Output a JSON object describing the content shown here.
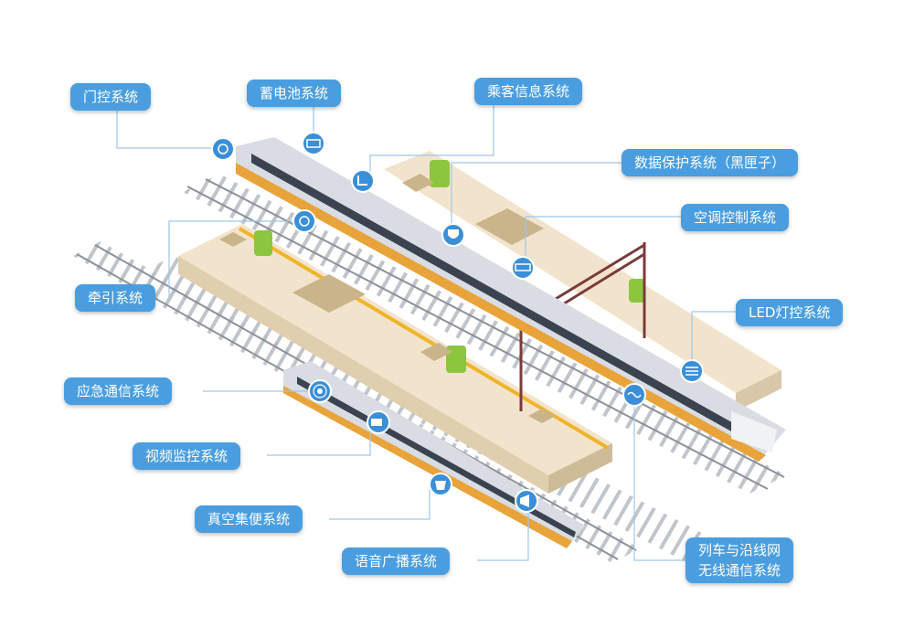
{
  "labels": {
    "door": "门控系统",
    "battery": "蓄电池系统",
    "pis": "乘客信息系统",
    "blackbox": "数据保护系统（黑匣子）",
    "hvac": "空调控制系统",
    "led": "LED灯控系统",
    "traction": "牵引系统",
    "emergency": "应急通信系统",
    "cctv": "视频监控系统",
    "toilet": "真空集便系统",
    "pa": "语音广播系统",
    "wireless_line1": "列车与沿线网",
    "wireless_line2": "无线通信系统"
  },
  "colors": {
    "label_bg": "#4a9ee0",
    "connector": "#9fc6e6",
    "icon_bg": "#3a8fd8",
    "platform_top": "#f2e4cc",
    "platform_edge": "#f0b429",
    "train_body": "#d9dde3",
    "train_stripe": "#e8a33a",
    "track": "#9aa0a8"
  },
  "icons": [
    "clock-icon",
    "battery-icon",
    "seat-icon",
    "shield-icon",
    "ac-icon",
    "clock-icon",
    "antenna-icon",
    "camera-icon",
    "toilet-icon",
    "megaphone-icon",
    "sliders-icon",
    "wave-icon"
  ]
}
